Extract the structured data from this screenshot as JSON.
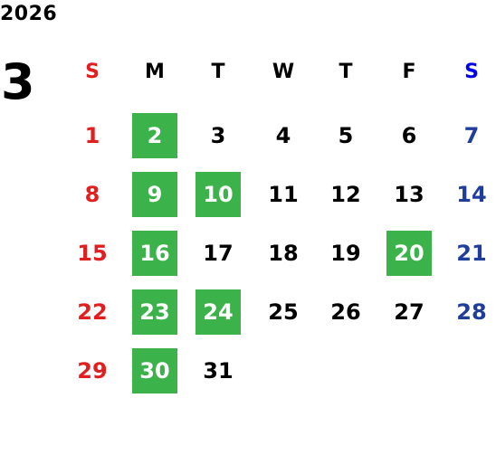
{
  "year": "2026",
  "month": "3",
  "weekdays": [
    "S",
    "M",
    "T",
    "W",
    "T",
    "F",
    "S"
  ],
  "colors": {
    "sunday": "#e02020",
    "saturday": "#1f3e9b",
    "weekday": "#000000",
    "highlight": "#3bb34a"
  },
  "weeks": [
    [
      {
        "day": "1",
        "hl": false
      },
      {
        "day": "2",
        "hl": true
      },
      {
        "day": "3",
        "hl": false
      },
      {
        "day": "4",
        "hl": false
      },
      {
        "day": "5",
        "hl": false
      },
      {
        "day": "6",
        "hl": false
      },
      {
        "day": "7",
        "hl": false
      }
    ],
    [
      {
        "day": "8",
        "hl": false
      },
      {
        "day": "9",
        "hl": true
      },
      {
        "day": "10",
        "hl": true
      },
      {
        "day": "11",
        "hl": false
      },
      {
        "day": "12",
        "hl": false
      },
      {
        "day": "13",
        "hl": false
      },
      {
        "day": "14",
        "hl": false
      }
    ],
    [
      {
        "day": "15",
        "hl": false
      },
      {
        "day": "16",
        "hl": true
      },
      {
        "day": "17",
        "hl": false
      },
      {
        "day": "18",
        "hl": false
      },
      {
        "day": "19",
        "hl": false
      },
      {
        "day": "20",
        "hl": true
      },
      {
        "day": "21",
        "hl": false
      }
    ],
    [
      {
        "day": "22",
        "hl": false
      },
      {
        "day": "23",
        "hl": true
      },
      {
        "day": "24",
        "hl": true
      },
      {
        "day": "25",
        "hl": false
      },
      {
        "day": "26",
        "hl": false
      },
      {
        "day": "27",
        "hl": false
      },
      {
        "day": "28",
        "hl": false
      }
    ],
    [
      {
        "day": "29",
        "hl": false
      },
      {
        "day": "30",
        "hl": true
      },
      {
        "day": "31",
        "hl": false
      }
    ]
  ]
}
